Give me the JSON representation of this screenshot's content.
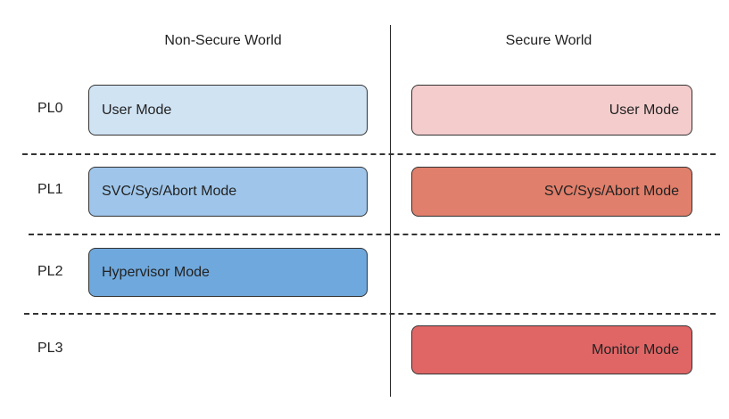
{
  "columns": {
    "non_secure": "Non-Secure World",
    "secure": "Secure World"
  },
  "levels": [
    "PL0",
    "PL1",
    "PL2",
    "PL3"
  ],
  "modes": {
    "ns_user": "User Mode",
    "ns_svc": "SVC/Sys/Abort Mode",
    "ns_hyp": "Hypervisor Mode",
    "s_user": "User Mode",
    "s_svc": "SVC/Sys/Abort Mode",
    "s_monitor": "Monitor Mode"
  },
  "colors": {
    "ns_user": "#d0e3f3",
    "ns_svc": "#9fc6ea",
    "ns_hyp": "#6fa8dc",
    "s_user": "#f4cccc",
    "s_svc": "#e07f6b",
    "s_monitor": "#e06666"
  }
}
